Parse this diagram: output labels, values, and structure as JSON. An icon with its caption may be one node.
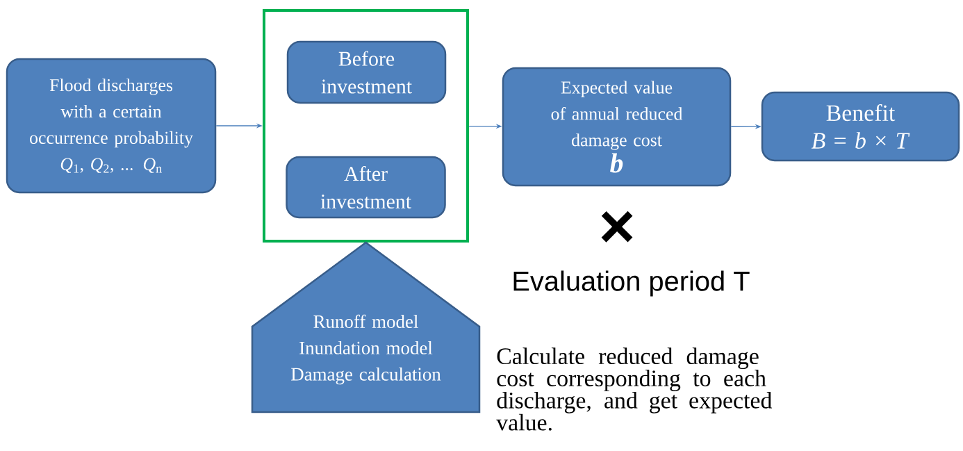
{
  "diagram": {
    "nodes": [
      {
        "text": [
          "Flood discharges with a certain occurrence probability",
          "*Q*$_{1}$, *Q*$_{2}$, ... *Q*$_{n}$"
        ]
      },
      {
        "text": [],
        "shape": "box"
      },
      {
        "text": [
          "Before investment"
        ],
        "in": 1
      },
      {
        "text": [
          "After investment"
        ],
        "in": 1
      },
      {
        "text": [
          "Expected value of annual reduced damage cost",
          "b"
        ]
      },
      {
        "text": [
          "Benefit",
          "*B* = *b* × *T*"
        ]
      },
      {
        "text": [
          "Runoff model",
          "Inundation model",
          "Damage calculation"
        ]
      }
    ],
    "edges": [
      {
        "from": 0,
        "to": 1,
        "arrow": "to"
      },
      {
        "from": 1,
        "to": 4,
        "arrow": "to"
      },
      {
        "from": 4,
        "to": 5,
        "arrow": "to"
      }
    ],
    "labels": [
      "×",
      "Evaluation period T",
      "Calculate reduced damage cost corresponding to each discharge, and get expected value."
    ]
  }
}
